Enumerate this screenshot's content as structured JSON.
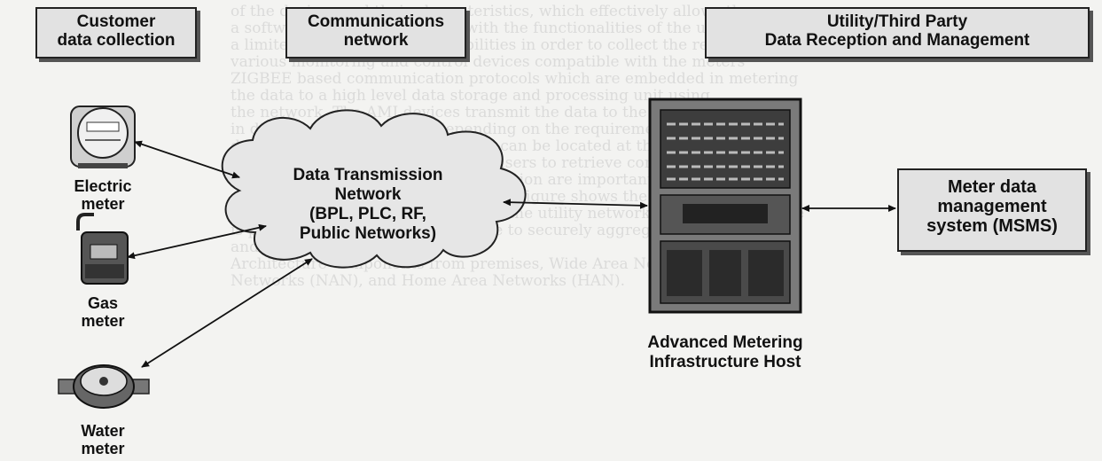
{
  "headers": {
    "customer": [
      "Customer",
      "data collection"
    ],
    "communications": [
      "Communications",
      "network"
    ],
    "utility": [
      "Utility/Third Party",
      "Data Reception and Management"
    ]
  },
  "meters": {
    "electric": [
      "Electric",
      "meter"
    ],
    "gas": [
      "Gas",
      "meter"
    ],
    "water": [
      "Water",
      "meter"
    ]
  },
  "cloud": [
    "Data Transmission",
    "Network",
    "(BPL, PLC, RF,",
    "Public Networks)"
  ],
  "host": [
    "Advanced Metering",
    "Infrastructure Host"
  ],
  "msms": [
    "Meter data",
    "management",
    "system (MSMS)"
  ],
  "background_text": [
    "of the devices and their characteristics, which effectively allows the",
    "a software platform combined with the functionalities of the utility",
    "a limited data processing capabilities in order to collect the required",
    "various monitoring and control devices compatible with the meters",
    "ZIGBEE based communication protocols which are embedded in metering",
    "the data to a high level data storage and processing unit using",
    "the network. The AMI devices transmit the data to the utility based",
    "in different time intervals, depending on the requirement of the",
    "data collection. The collection unit can be located at the utility and",
    "telemetry as well as locally, for all users to retrieve consumption",
    "resolve data conversion and aggregation are important roles in the AMI",
    "a data exchange within the network. Figure shows the data flow that",
    "of the data between the meters and the utility network. This infrastructure",
    "is possible to use the infrastructure to securely aggregate data from a",
    "and send it to the utility servers.",
    "",
    "Architecture components from premises, Wide Area Network (WAN)",
    "Networks (NAN), and Home Area Networks (HAN)."
  ],
  "colors": {
    "box_fill": "#e2e2e2",
    "ink": "#111111",
    "cloud_fill": "#e6e6e6"
  }
}
